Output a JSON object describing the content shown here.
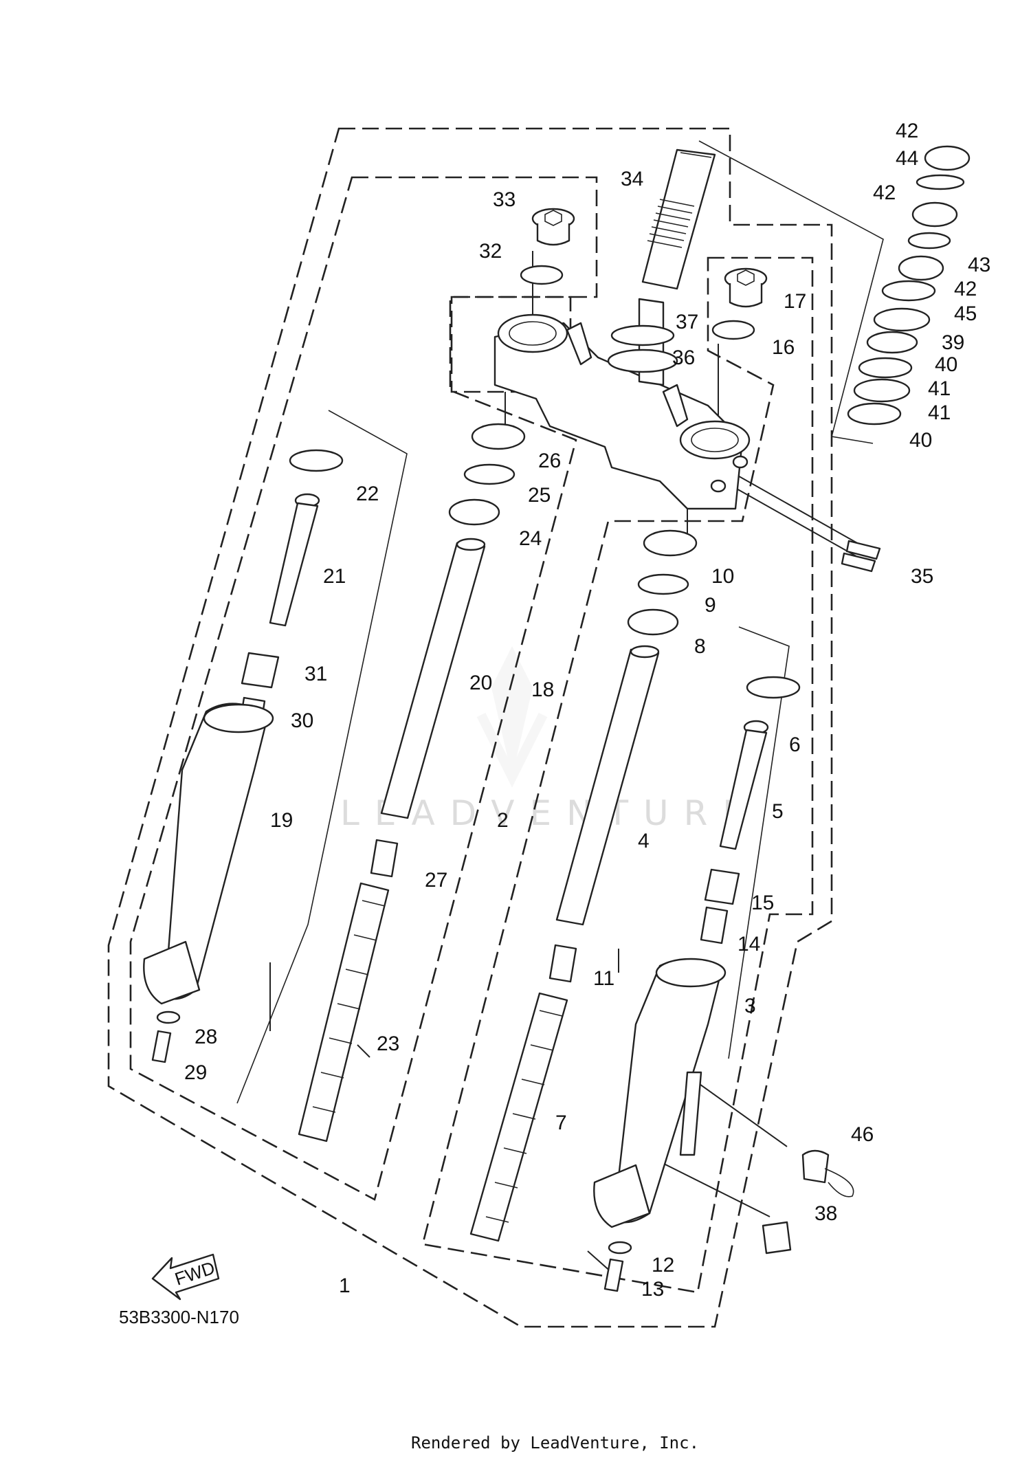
{
  "diagram": {
    "code": "53B3300-N170",
    "footer": "Rendered by LeadVenture, Inc.",
    "watermark": "LEADVENTURE",
    "fwd": "FWD",
    "labels": {
      "l1": "1",
      "l2": "2",
      "l3": "3",
      "l4": "4",
      "l5": "5",
      "l6": "6",
      "l7": "7",
      "l8": "8",
      "l9": "9",
      "l10": "10",
      "l11": "11",
      "l12": "12",
      "l13": "13",
      "l14": "14",
      "l15": "15",
      "l16": "16",
      "l17": "17",
      "l18": "18",
      "l19": "19",
      "l20": "20",
      "l21": "21",
      "l22": "22",
      "l23": "23",
      "l24": "24",
      "l25": "25",
      "l26": "26",
      "l27": "27",
      "l28": "28",
      "l29": "29",
      "l30": "30",
      "l31": "31",
      "l32": "32",
      "l33": "33",
      "l34": "34",
      "l35": "35",
      "l36": "36",
      "l37": "37",
      "l38": "38",
      "l39": "39",
      "l40a": "40",
      "l40b": "40",
      "l41a": "41",
      "l41b": "41",
      "l42a": "42",
      "l42b": "42",
      "l42c": "42",
      "l43": "43",
      "l44": "44",
      "l45": "45",
      "l46": "46"
    }
  }
}
